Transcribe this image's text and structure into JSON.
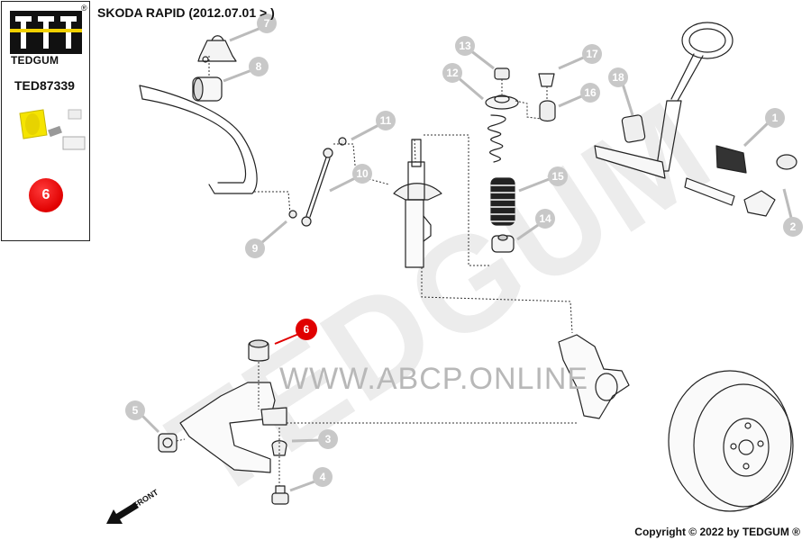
{
  "brand": {
    "logo_text": "TEDGUM",
    "registered_mark": "®"
  },
  "part_number": "TED87339",
  "highlighted_position": "6",
  "vehicle_title": "SKODA RAPID  (2012.07.01 > )",
  "watermark_text": "TEDGUM",
  "watermark_url": "WWW.ABCP.ONLINE",
  "front_label": "FRONT",
  "copyright": "Copyright © 2022 by TEDGUM ®",
  "callouts": [
    {
      "id": "1",
      "label": "1"
    },
    {
      "id": "2",
      "label": "2"
    },
    {
      "id": "3",
      "label": "3"
    },
    {
      "id": "4",
      "label": "4"
    },
    {
      "id": "5",
      "label": "5"
    },
    {
      "id": "6",
      "label": "6"
    },
    {
      "id": "7",
      "label": "7"
    },
    {
      "id": "8",
      "label": "8"
    },
    {
      "id": "9",
      "label": "9"
    },
    {
      "id": "10",
      "label": "10"
    },
    {
      "id": "11",
      "label": "11"
    },
    {
      "id": "12",
      "label": "12"
    },
    {
      "id": "13",
      "label": "13"
    },
    {
      "id": "14",
      "label": "14"
    },
    {
      "id": "15",
      "label": "15"
    },
    {
      "id": "16",
      "label": "16"
    },
    {
      "id": "17",
      "label": "17"
    },
    {
      "id": "18",
      "label": "18"
    }
  ],
  "colors": {
    "highlight_red": "#e00000",
    "callout_grey": "#c8c8c8",
    "watermark_grey": "#e6e6e6",
    "bushing_yellow": "#f5e400"
  }
}
